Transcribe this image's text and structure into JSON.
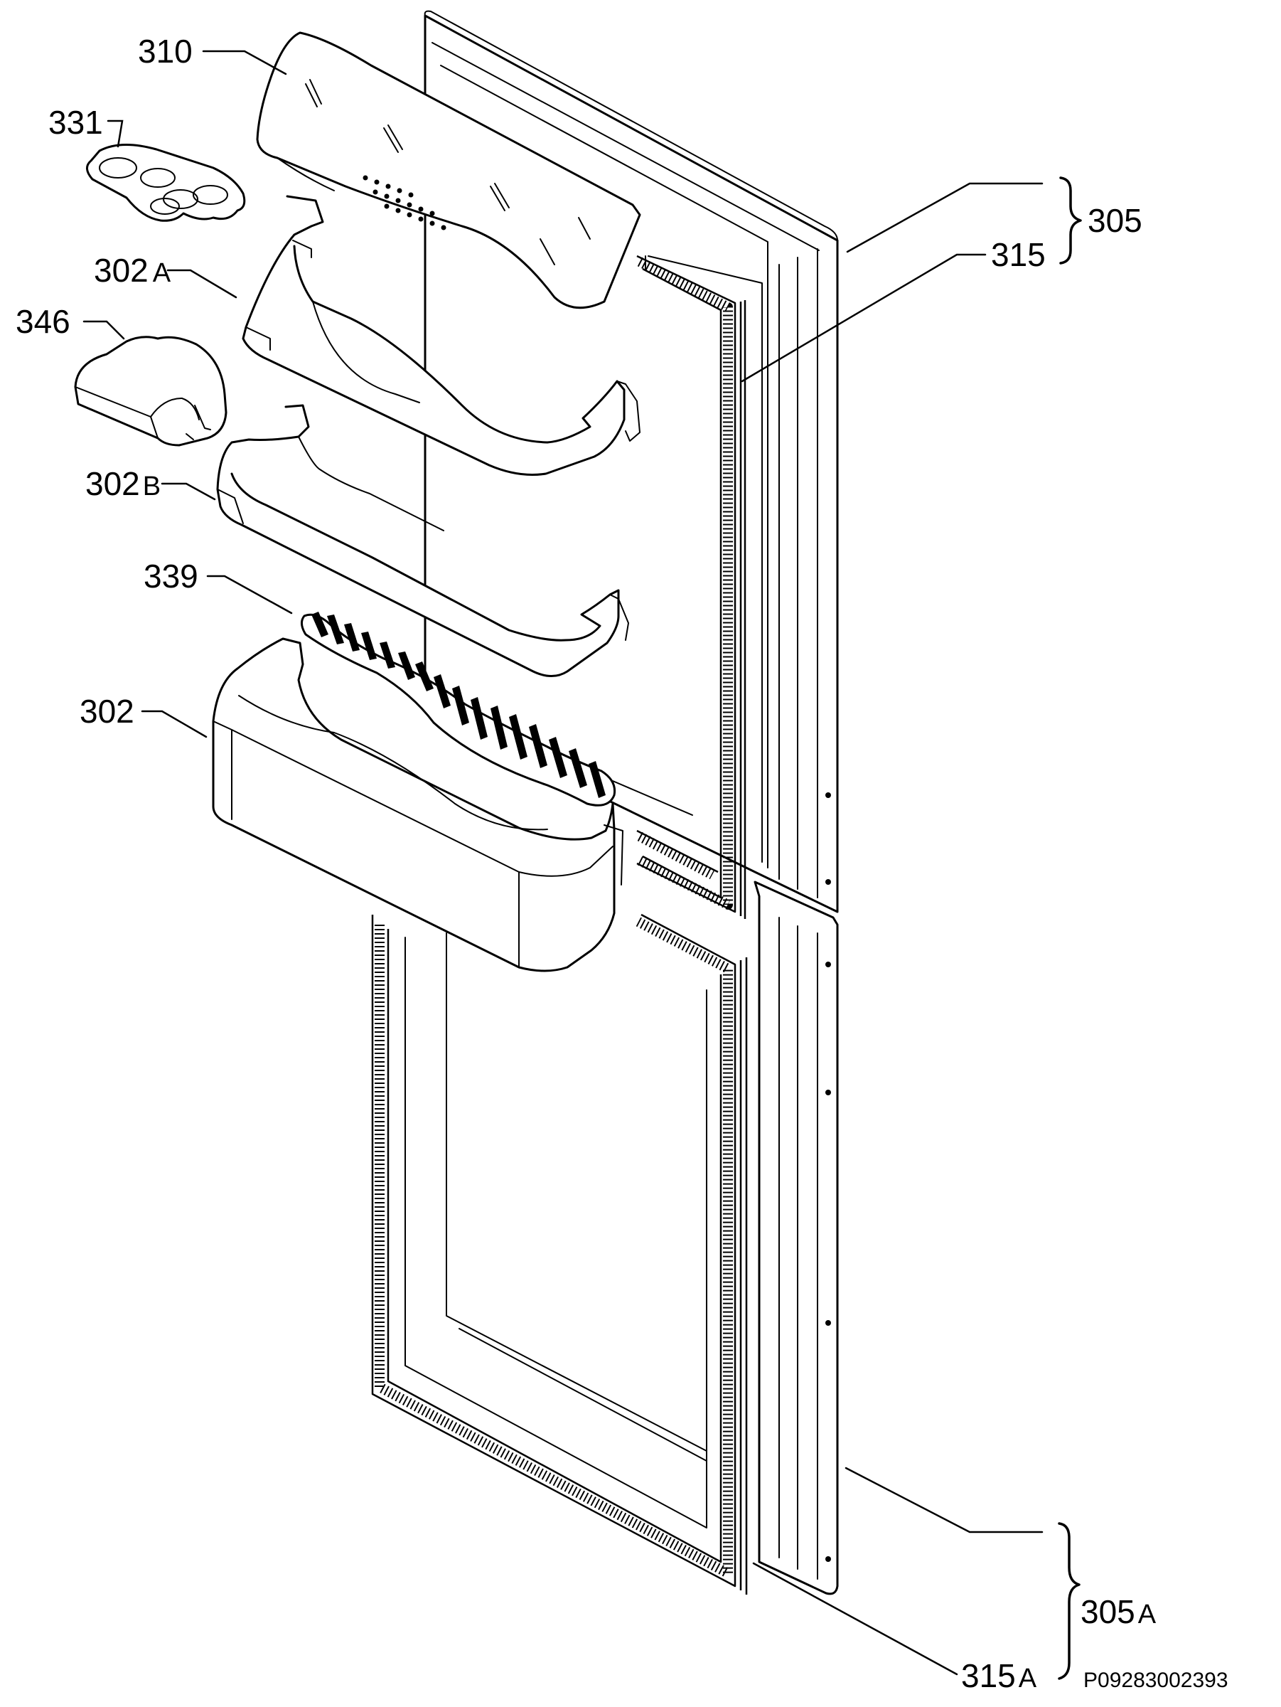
{
  "labels": {
    "l310": "310",
    "l331": "331",
    "l302A_num": "302",
    "l302A_suf": "A",
    "l346": "346",
    "l302B_num": "302",
    "l302B_suf": "B",
    "l339": "339",
    "l302": "302",
    "l305": "305",
    "l315": "315",
    "l305A_num": "305",
    "l305A_suf": "A",
    "l315A_num": "315",
    "l315A_suf": "A"
  },
  "drawing_code": "P09283002393"
}
